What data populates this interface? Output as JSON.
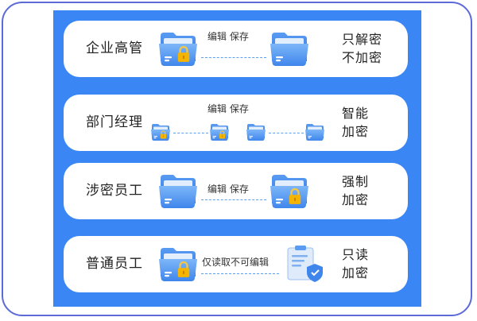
{
  "rows": [
    {
      "role": "企业高管",
      "action": "编辑 保存",
      "result_line1": "只解密",
      "result_line2": "不加密",
      "source_icon": "locked-folder-icon",
      "target_icon": "folder-icon"
    },
    {
      "role": "部门经理",
      "action": "编辑 保存",
      "result_line1": "智能",
      "result_line2": "加密",
      "source_icon": "locked-folder-icon",
      "target_icon": "folder-icon"
    },
    {
      "role": "涉密员工",
      "action": "编辑 保存",
      "result_line1": "强制",
      "result_line2": "加密",
      "source_icon": "folder-icon",
      "target_icon": "locked-folder-icon"
    },
    {
      "role": "普通员工",
      "action": "仅读取不可编辑",
      "result_line1": "只读",
      "result_line2": "加密",
      "source_icon": "locked-folder-icon",
      "target_icon": "shielded-document-icon"
    }
  ],
  "colors": {
    "frame": "#5b6ad8",
    "panel": "#3b86f5",
    "folder": "#4a90ee",
    "lock": "#f5b400",
    "dash": "#5aa0f0"
  }
}
